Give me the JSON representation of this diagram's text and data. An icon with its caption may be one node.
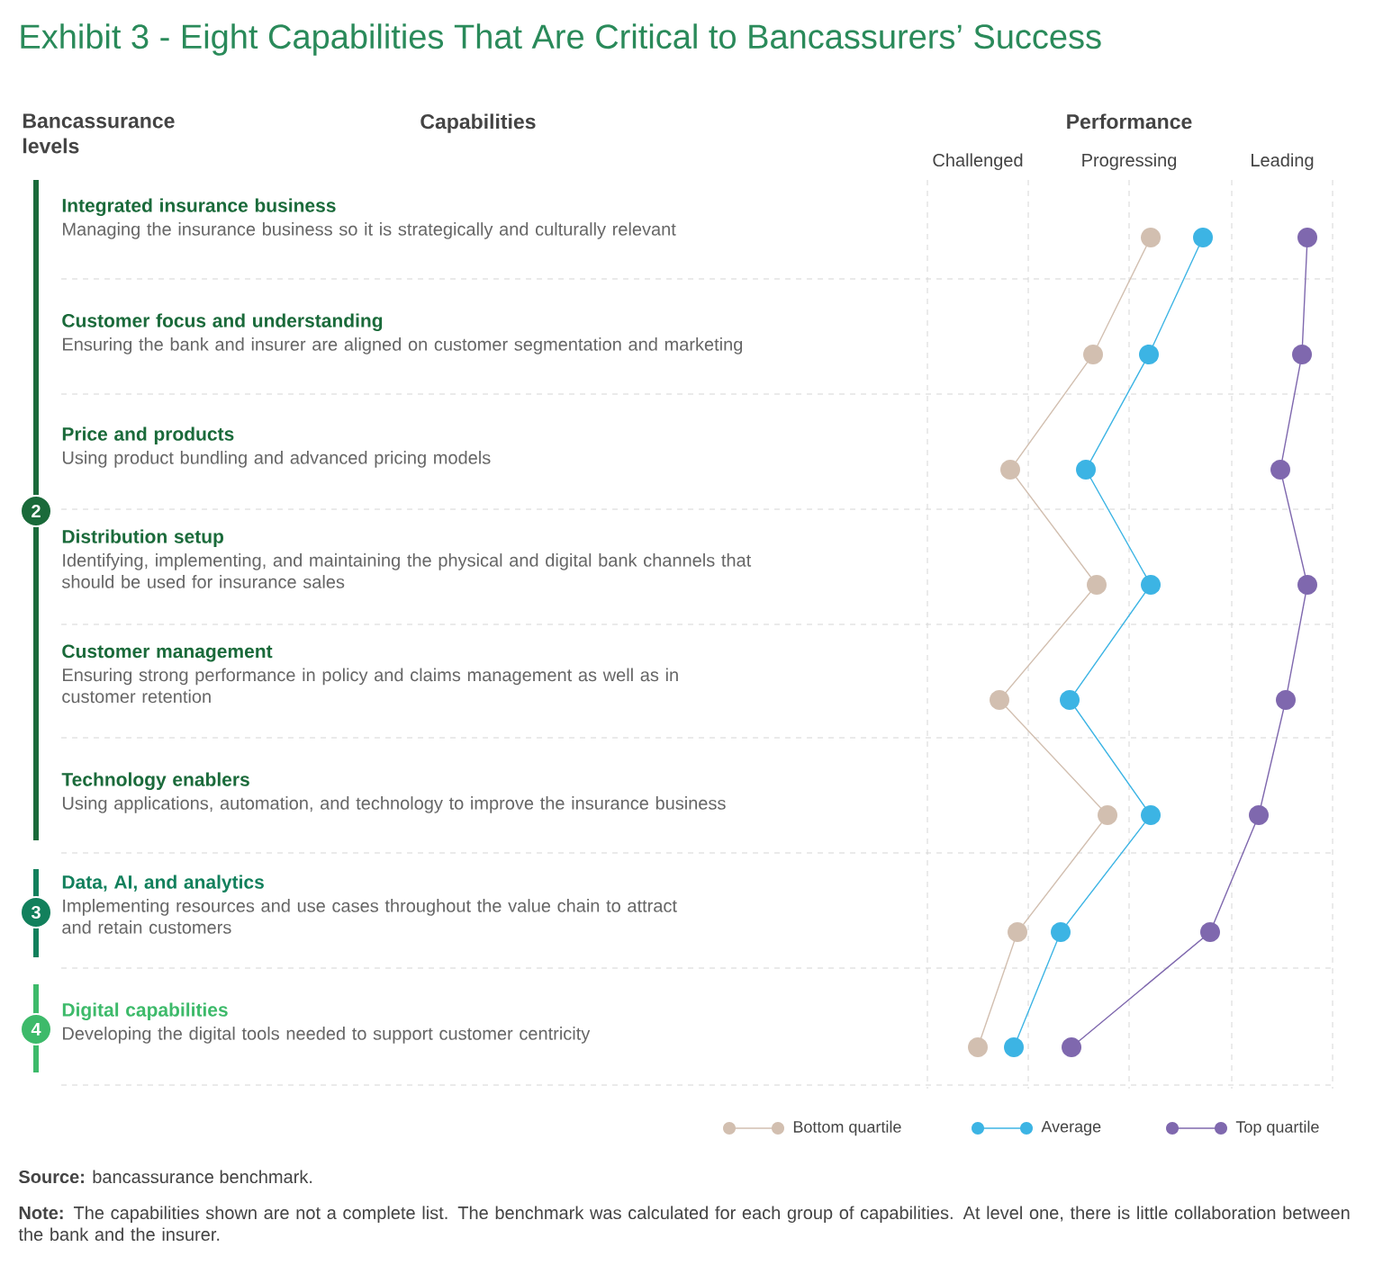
{
  "diagram": {
    "title": "Exhibit 3 - Eight Capabilities That Are Critical to Bancassurers’ Success",
    "nodes": [
      {
        "text": [
          "Integrated insurance business",
          "Managing the insurance business so it is strategically and culturally relevant"
        ]
      },
      {
        "text": [
          "Customer focus and understanding",
          "Ensuring the bank and insurer are aligned on customer segmentation and marketing"
        ]
      },
      {
        "text": [
          "Price and products",
          "Using product bundling and advanced pricing models"
        ]
      },
      {
        "text": [
          "Distribution setup",
          "Identifying, implementing, and maintaining the physical and digital bank channels that should be used for insurance sales"
        ]
      },
      {
        "text": [
          "Customer management",
          "Ensuring strong performance in policy and claims management as well as in customer retention"
        ]
      },
      {
        "text": [
          "Technology enablers",
          "Using applications, automation, and technology to improve the insurance business"
        ]
      },
      {
        "text": [
          "Data, AI, and analytics",
          "Implementing resources and use cases throughout the value chain to attract and retain customers"
        ]
      },
      {
        "text": [
          "Digital capabilities",
          "Developing the digital tools needed to support customer centricity"
        ]
      },
      {
        "text": [
          "2"
        ]
      },
      {
        "text": [
          "3"
        ]
      },
      {
        "text": [
          "4"
        ]
      }
    ],
    "labels": [
      "Bancassurance levels",
      "Capabilities",
      "Performance",
      "Challenged",
      "Progressing",
      "Leading",
      "**Source:** bancassurance benchmark.",
      "**Note:** The capabilities shown are not a complete list. The benchmark was calculated for each group of capabilities. At level one, there is little collaboration between the bank and the insurer."
    ],
    "legend": [
      {
        "text": "Bottom quartile"
      },
      {
        "text": "Average"
      },
      {
        "text": "Top quartile"
      }
    ]
  }
}
